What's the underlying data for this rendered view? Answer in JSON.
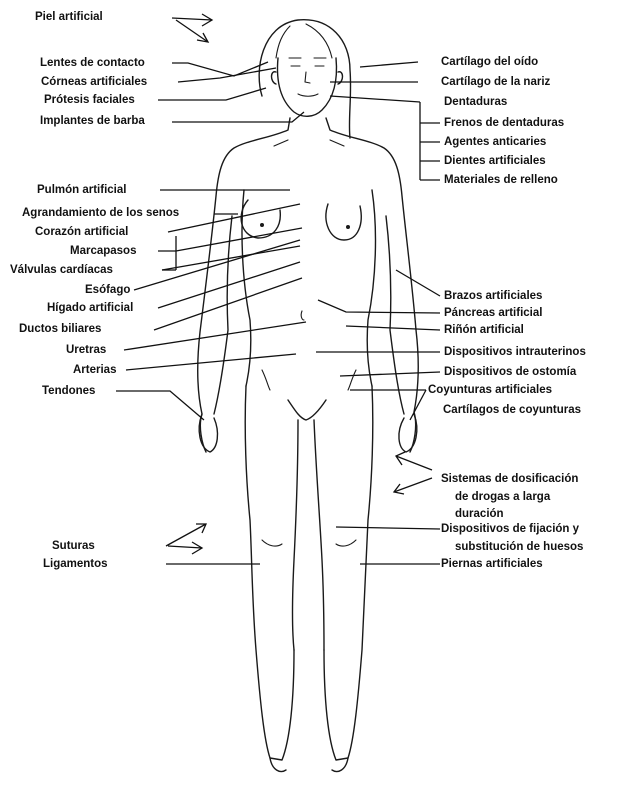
{
  "labels": {
    "piel": "Piel artificial",
    "lentes": "Lentes de contacto",
    "corneas": "Córneas artificiales",
    "protesis": "Prótesis faciales",
    "implantes": "Implantes de barba",
    "pulmon": "Pulmón artificial",
    "senos": "Agrandamiento de los senos",
    "corazon": "Corazón artificial",
    "marcapasos": "Marcapasos",
    "valvulas": "Válvulas cardíacas",
    "esofago": "Esófago",
    "higado": "Hígado artificial",
    "ductos": "Ductos biliares",
    "uretras": "Uretras",
    "arterias": "Arterias",
    "tendones": "Tendones",
    "suturas": "Suturas",
    "ligamentos": "Ligamentos",
    "oido": "Cartílago del oído",
    "nariz": "Cartílago de la nariz",
    "dentaduras": "Dentaduras",
    "frenos": "Frenos de dentaduras",
    "anticaries": "Agentes anticaries",
    "dientes": "Dientes artificiales",
    "relleno": "Materiales de relleno",
    "brazos": "Brazos artificiales",
    "pancreas": "Páncreas artificial",
    "rinon": "Riñón artificial",
    "intrauterinos": "Dispositivos intrauterinos",
    "ostomia": "Dispositivos de ostomía",
    "coyunturas": "Coyunturas artificiales",
    "cartilagos": "Cartílagos de coyunturas",
    "dosificacion_1": "Sistemas de dosificación",
    "dosificacion_2": "de drogas a larga",
    "dosificacion_3": "duración",
    "fijacion_1": "Dispositivos de fijación y",
    "fijacion_2": "substitución de huesos",
    "piernas": "Piernas artificiales"
  }
}
